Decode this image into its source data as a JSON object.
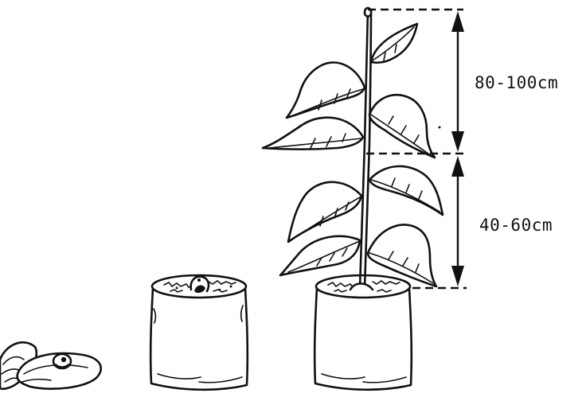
{
  "figure": {
    "stages": [
      {
        "name": "cut-avocado-seed"
      },
      {
        "name": "seed-in-pot"
      },
      {
        "name": "young-tree-in-pot"
      }
    ],
    "dimension_upper": {
      "label": "80-100cm"
    },
    "dimension_lower": {
      "label": "40-60cm"
    },
    "colors": {
      "ink": "#111111",
      "paper": "#ffffff"
    }
  }
}
